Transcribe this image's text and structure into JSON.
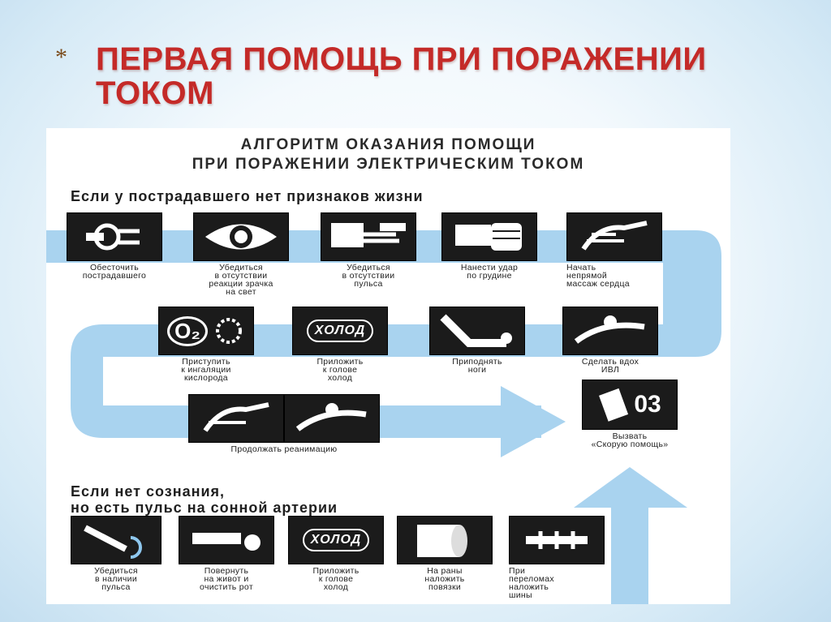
{
  "slide": {
    "bullet": "*",
    "title": "ПЕРВАЯ ПОМОЩЬ ПРИ ПОРАЖЕНИИ ТОКОМ"
  },
  "poster": {
    "heading_line1": "АЛГОРИТМ ОКАЗАНИЯ ПОМОЩИ",
    "heading_line2": "ПРИ ПОРАЖЕНИИ ЭЛЕКТРИЧЕСКИМ ТОКОМ",
    "section1": "Если у пострадавшего нет признаков жизни",
    "section2_line1": "Если нет сознания,",
    "section2_line2": "но есть пульс на сонной артерии",
    "row1": [
      {
        "caption": "Обесточить\nпострадавшего",
        "icon": "unplug-icon"
      },
      {
        "caption": "Убедиться\nв отсутствии\nреакции зрачка\nна свет",
        "icon": "eye-icon"
      },
      {
        "caption": "Убедиться\nв отсутствии\nпульса",
        "icon": "pulse-hand-icon"
      },
      {
        "caption": "Нанести удар\nпо грудине",
        "icon": "fist-icon"
      },
      {
        "caption": "Начать\nнепрямой\nмассаж сердца",
        "icon": "chest-compression-icon"
      }
    ],
    "row2": [
      {
        "caption": "Приступить\nк ингаляции\nкислорода",
        "icon": "oxygen-icon",
        "label": "O₂"
      },
      {
        "caption": "Приложить\nк голове\nхолод",
        "icon": "cold-icon",
        "label": "ХОЛОД"
      },
      {
        "caption": "Приподнять\nноги",
        "icon": "raise-legs-icon"
      },
      {
        "caption": "Сделать вдох\nИВЛ",
        "icon": "rescue-breath-icon"
      }
    ],
    "row3": {
      "caption": "Продолжать реанимацию",
      "icons": [
        "chest-compression-icon",
        "rescue-breath-icon"
      ]
    },
    "call": {
      "caption": "Вызвать\n«Скорую помощь»",
      "icon": "phone-icon",
      "label": "03"
    },
    "row4": [
      {
        "caption": "Убедиться\nв наличии\nпульса",
        "icon": "pulse-check-icon"
      },
      {
        "caption": "Повернуть\nна живот и\nочистить рот",
        "icon": "turn-over-icon"
      },
      {
        "caption": "Приложить\nк голове\nхолод",
        "icon": "cold-icon",
        "label": "ХОЛОД"
      },
      {
        "caption": "На раны\nналожить\nповязки",
        "icon": "bandage-icon"
      },
      {
        "caption": "При\nпереломах\nналожить\nшины",
        "icon": "splint-icon"
      }
    ]
  }
}
